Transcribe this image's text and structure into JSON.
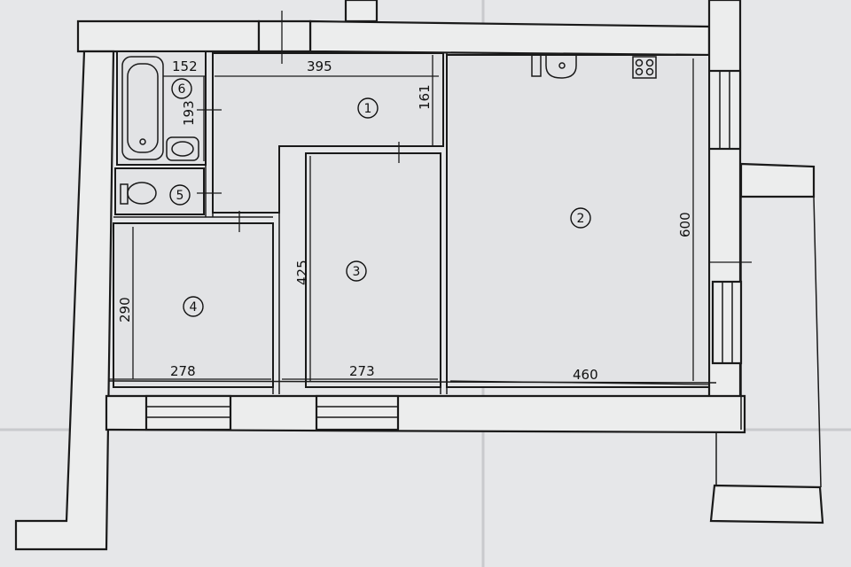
{
  "rooms": [
    {
      "number": "1"
    },
    {
      "number": "2"
    },
    {
      "number": "3"
    },
    {
      "number": "4"
    },
    {
      "number": "5"
    },
    {
      "number": "6"
    }
  ],
  "dimensions": {
    "bath_width": "152",
    "bath_length": "193",
    "hall_width": "395",
    "hall_depth": "161",
    "room2_depth": "600",
    "room2_width": "460",
    "room3_depth": "425",
    "room3_width": "273",
    "room4_depth": "290",
    "room4_width": "278"
  },
  "colors": {
    "line": "#1a1a1a",
    "paper": "#e6e7e9"
  },
  "icons": [
    "bathtub-icon",
    "washbasin-icon",
    "toilet-icon",
    "sink-icon",
    "stove-icon"
  ]
}
